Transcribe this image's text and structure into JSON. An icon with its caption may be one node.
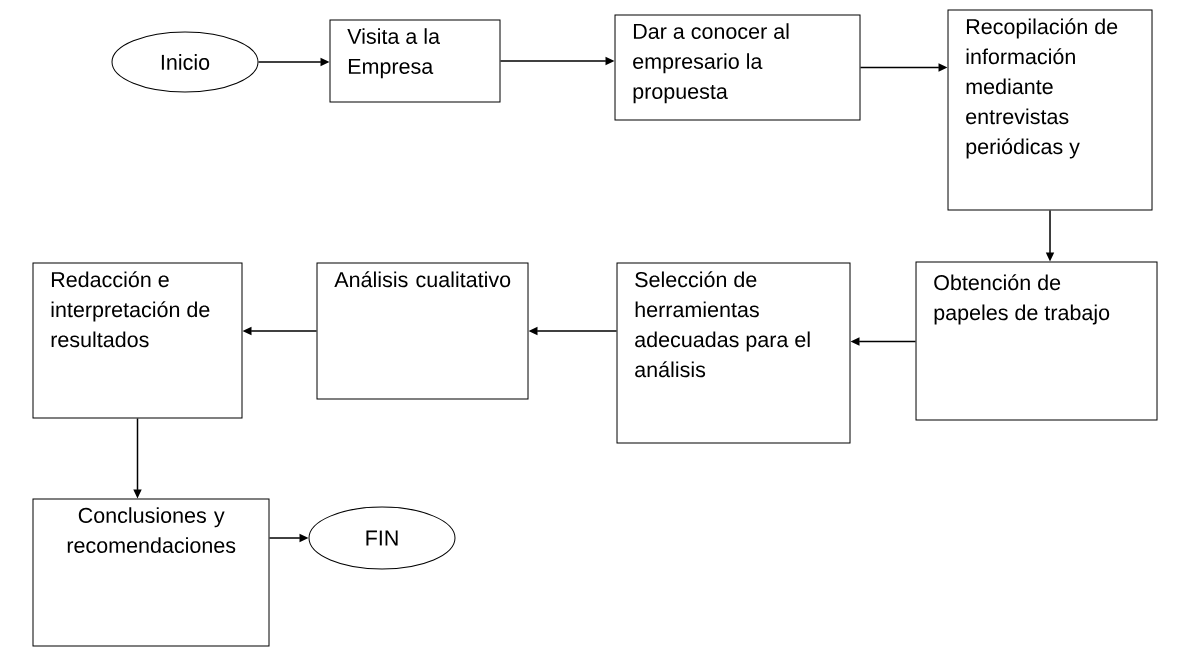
{
  "diagram": {
    "nodes": [
      {
        "text": [
          "Inicio"
        ]
      },
      {
        "text": [
          "Visita a la Empresa"
        ]
      },
      {
        "text": [
          "Dar a conocer al empresario la propuesta"
        ]
      },
      {
        "text": [
          "Recopilación de información mediante entrevistas periódicas y"
        ]
      },
      {
        "text": [
          "Obtención de papeles de trabajo"
        ]
      },
      {
        "text": [
          "Selección de herramientas adecuadas para el análisis"
        ]
      },
      {
        "text": [
          "Análisis cualitativo"
        ]
      },
      {
        "text": [
          "Redacción e interpretación de resultados"
        ]
      },
      {
        "text": [
          "Conclusiones y recomendaciones"
        ]
      },
      {
        "text": [
          "FIN"
        ]
      }
    ],
    "edges": [
      {
        "from": 0,
        "to": 1,
        "arrow": "to"
      },
      {
        "from": 1,
        "to": 2,
        "arrow": "to"
      },
      {
        "from": 2,
        "to": 3,
        "arrow": "to"
      },
      {
        "from": 3,
        "to": 4,
        "arrow": "to"
      },
      {
        "from": 4,
        "to": 5,
        "arrow": "to"
      },
      {
        "from": 5,
        "to": 6,
        "arrow": "to"
      },
      {
        "from": 6,
        "to": 7,
        "arrow": "to"
      },
      {
        "from": 7,
        "to": 8,
        "arrow": "to"
      },
      {
        "from": 8,
        "to": 9,
        "arrow": "to"
      }
    ]
  }
}
